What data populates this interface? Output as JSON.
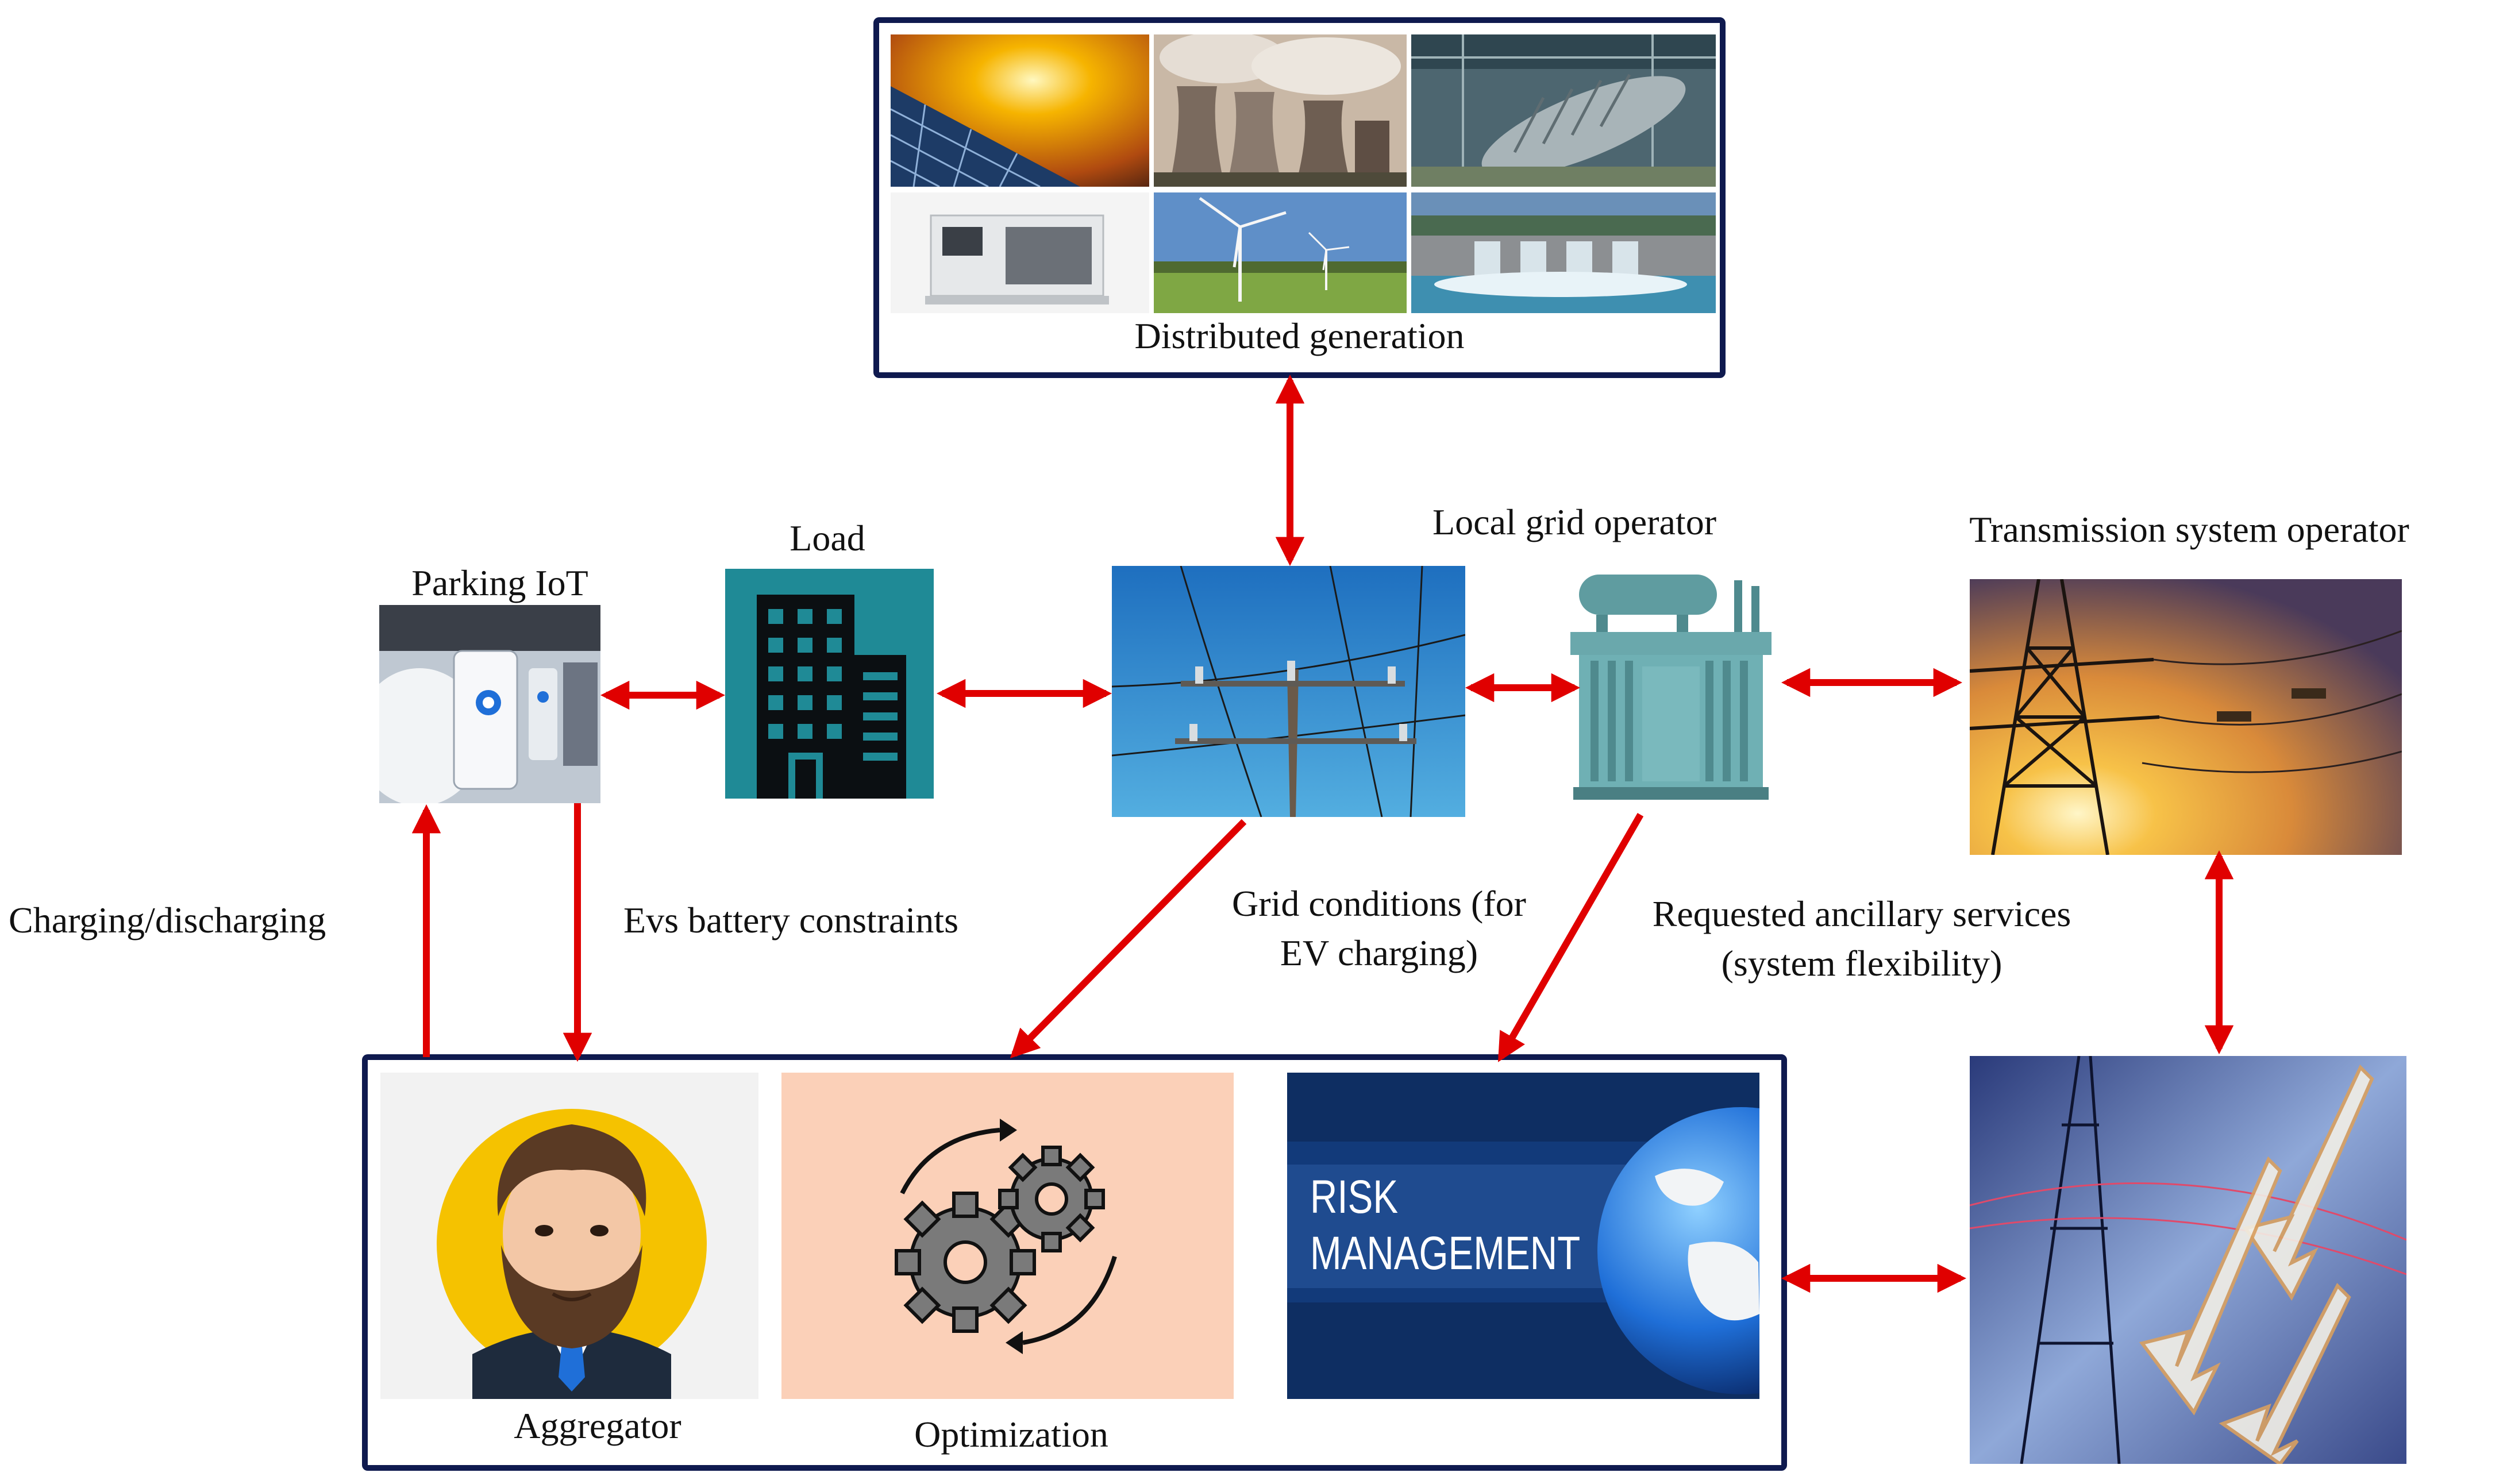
{
  "nodes": {
    "distributed_generation": "Distributed generation",
    "load": "Load",
    "parking_iot": "Parking IoT",
    "local_grid_operator": "Local grid operator",
    "transmission_system_operator": "Transmission system operator",
    "aggregator": "Aggregator",
    "optimization": "Optimization"
  },
  "risk_panel": {
    "line1": "RISK",
    "line2": "MANAGEMENT"
  },
  "edges": {
    "charging": "Charging/discharging",
    "battery": "Evs battery constraints",
    "grid_line1": "Grid conditions (for",
    "grid_line2": "EV charging)",
    "ancillary_line1": "Requested ancillary services",
    "ancillary_line2": "(system flexibility)"
  },
  "colors": {
    "arrow": "#e00000",
    "frame": "#0f1a4f"
  },
  "icons": [
    "solar-panel-icon",
    "cooling-tower-icon",
    "turbine-icon",
    "generator-icon",
    "wind-turbine-icon",
    "dam-icon",
    "ev-charger-icon",
    "building-icon",
    "power-pole-icon",
    "transformer-icon",
    "pylon-icon",
    "person-icon",
    "gears-icon",
    "globe-icon",
    "growth-arrows-icon"
  ]
}
